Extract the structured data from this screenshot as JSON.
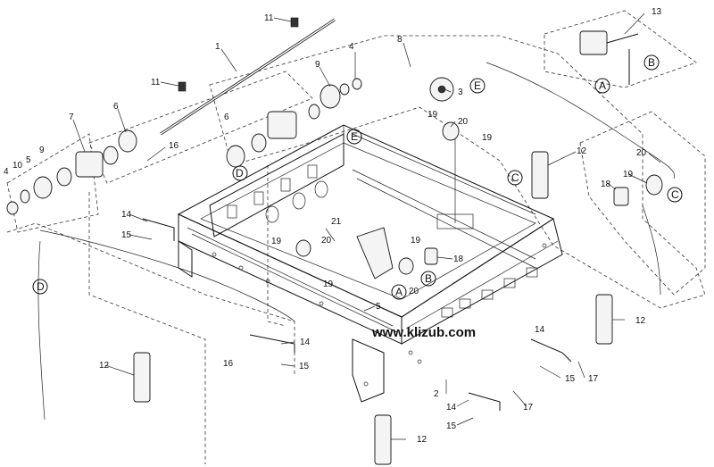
{
  "watermark": "www.klizub.com",
  "callouts": {
    "c1": "1",
    "c2": "2",
    "c3": "3",
    "c4": "4",
    "c5": "5",
    "c6": "6",
    "c7": "7",
    "c8": "8",
    "c9": "9",
    "c10": "10",
    "c11": "11",
    "c12": "12",
    "c13": "13",
    "c14": "14",
    "c15": "15",
    "c16": "16",
    "c17": "17",
    "c18": "18",
    "c19": "19",
    "c20": "20",
    "c21": "21"
  },
  "circled": {
    "A": "A",
    "B": "B",
    "C": "C",
    "D": "D",
    "E": "E"
  }
}
